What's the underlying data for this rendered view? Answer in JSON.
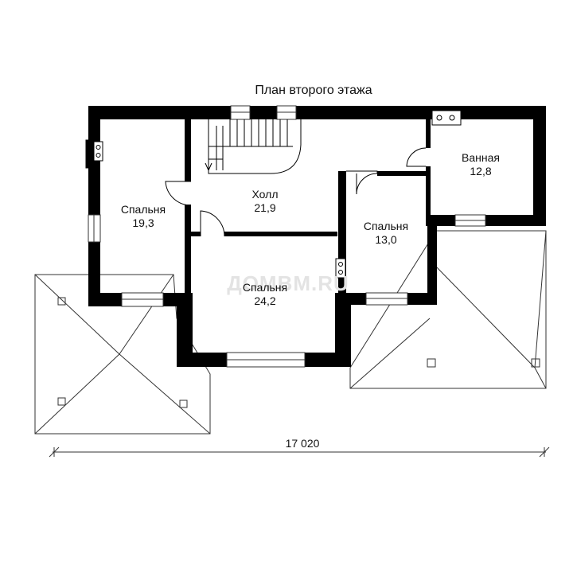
{
  "title": "План второго этажа",
  "watermark": "ДОМВМ.RU",
  "dimension": "17 020",
  "rooms": {
    "bedroom_left": {
      "name": "Спальня",
      "area": "19,3"
    },
    "hall": {
      "name": "Холл",
      "area": "21,9"
    },
    "bathroom": {
      "name": "Ванная",
      "area": "12,8"
    },
    "bedroom_small": {
      "name": "Спальня",
      "area": "13,0"
    },
    "bedroom_center": {
      "name": "Спальня",
      "area": "24,2"
    }
  },
  "colors": {
    "wall": "#000000",
    "line": "#333333",
    "watermark": "#e3e3e3"
  }
}
